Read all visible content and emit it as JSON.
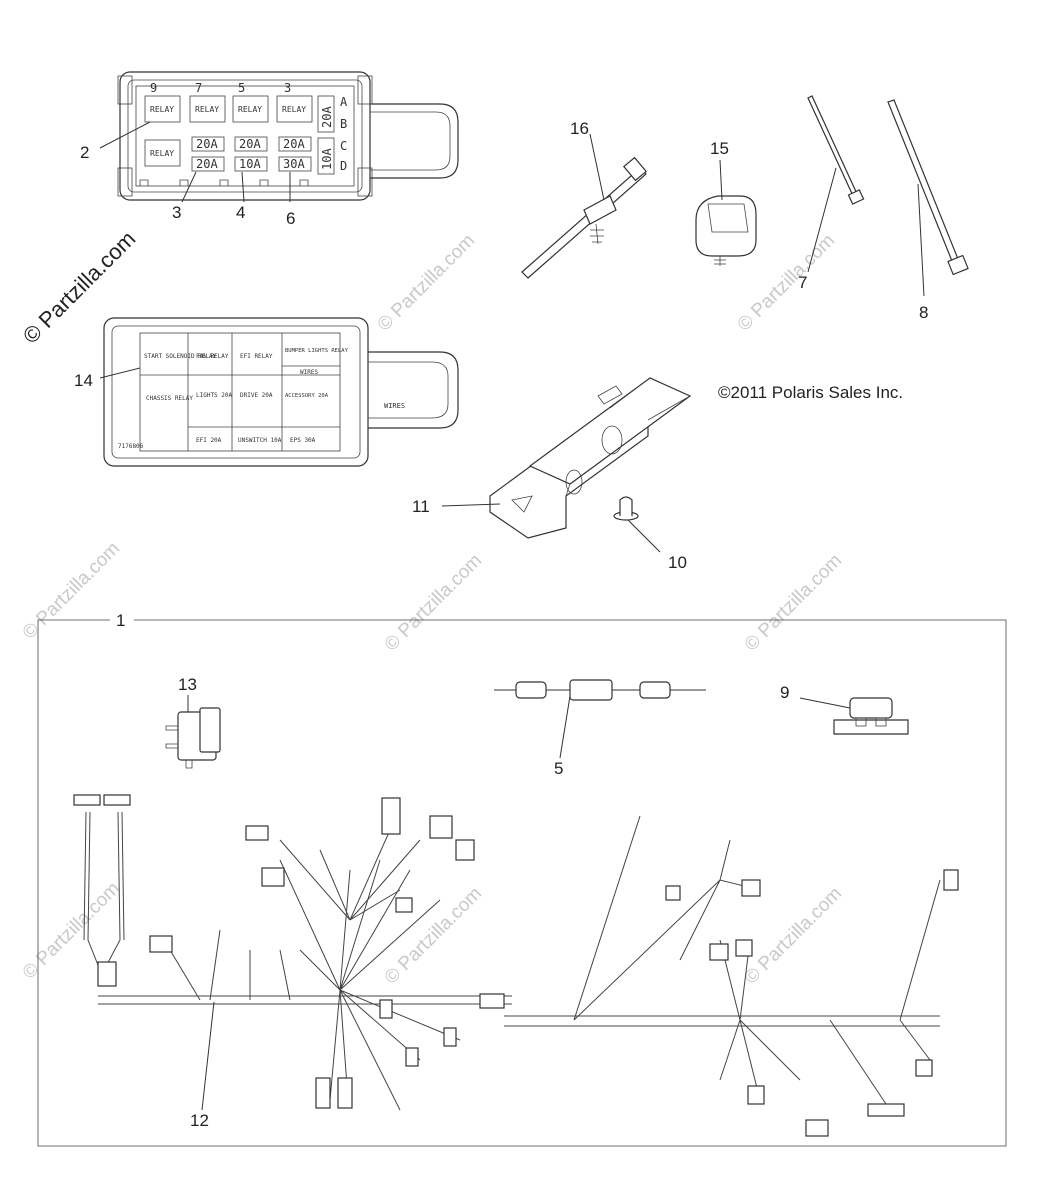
{
  "watermark": {
    "main": "© Partzilla.com",
    "repeat": "© Partzilla.com"
  },
  "copyright": "©2011 Polaris Sales Inc.",
  "callouts": {
    "c1": "1",
    "c2": "2",
    "c3": "3",
    "c4": "4",
    "c5": "5",
    "c6": "6",
    "c7": "7",
    "c8": "8",
    "c9": "9",
    "c10": "10",
    "c11": "11",
    "c12": "12",
    "c13": "13",
    "c14": "14",
    "c15": "15",
    "c16": "16"
  },
  "fuse_box_top": {
    "slot_numbers": [
      "9",
      "7",
      "5",
      "3"
    ],
    "relays": [
      "RELAY",
      "RELAY",
      "RELAY",
      "RELAY",
      "RELAY"
    ],
    "fuses_row1": [
      "20A",
      "20A",
      "20A"
    ],
    "fuses_row2": [
      "20A",
      "10A",
      "30A"
    ],
    "side_fuses": [
      "20A",
      "10A"
    ],
    "side_letters": [
      "A",
      "B",
      "C",
      "D"
    ]
  },
  "fuse_box_lid": {
    "cells": [
      "START SOLENOID RELAY",
      "FAN RELAY",
      "EFI RELAY",
      "BUMPER LIGHTS RELAY",
      "CHASSIS RELAY",
      "LIGHTS 20A",
      "DRIVE 20A",
      "ACCESSORY 20A",
      "EFI 20A",
      "UNSWITCH 10A",
      "EPS 30A"
    ],
    "wires_label": "WIRES",
    "part_no": "7176806"
  }
}
